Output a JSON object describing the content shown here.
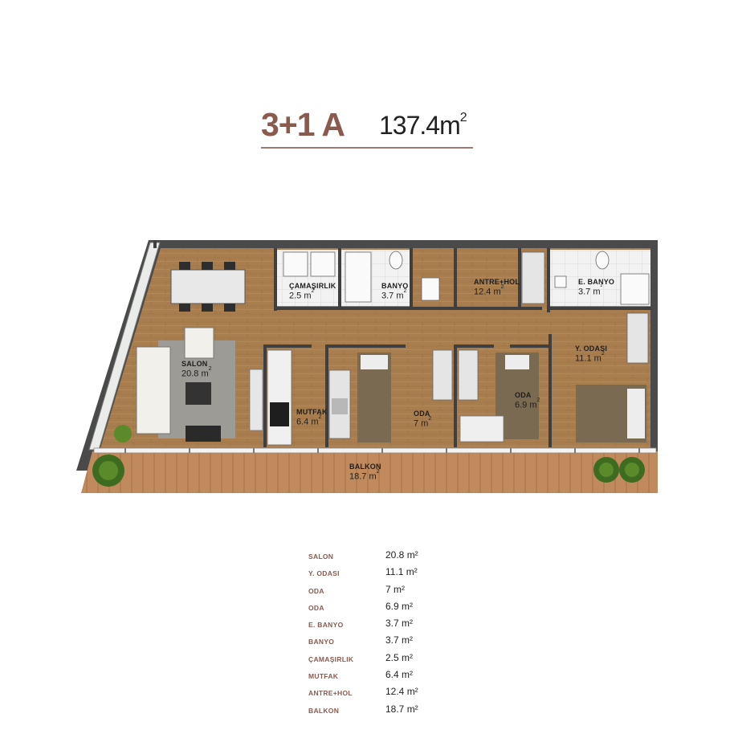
{
  "header": {
    "unit_type": "3+1 A",
    "total_area": "137.4m",
    "area_sup": "2"
  },
  "rooms": {
    "salon": {
      "name": "SALON",
      "area": "20.8 m",
      "sup": "2"
    },
    "camasirlik": {
      "name": "ÇAMAŞIRLIK",
      "area": "2.5 m",
      "sup": "2"
    },
    "banyo": {
      "name": "BANYO",
      "area": "3.7 m",
      "sup": "2"
    },
    "antre": {
      "name": "ANTRE+HOL",
      "area": "12.4 m",
      "sup": "2"
    },
    "ebanyo": {
      "name": "E. BANYO",
      "area": "3.7 m",
      "sup": "²"
    },
    "yodasi": {
      "name": "Y. ODASI",
      "area": "11.1 m",
      "sup": "2"
    },
    "mutfak": {
      "name": "MUTFAK",
      "area": "6.4 m",
      "sup": "2"
    },
    "oda1": {
      "name": "ODA",
      "area": "7 m",
      "sup": "2"
    },
    "oda2": {
      "name": "ODA",
      "area": "6.9 m",
      "sup": "2"
    },
    "balkon": {
      "name": "BALKON",
      "area": "18.7 m",
      "sup": "2"
    }
  },
  "area_table": [
    {
      "name": "SALON",
      "value": "20.8 m²"
    },
    {
      "name": "Y. ODASI",
      "value": "11.1 m²"
    },
    {
      "name": "ODA",
      "value": "7 m²"
    },
    {
      "name": "ODA",
      "value": "6.9 m²"
    },
    {
      "name": "E. BANYO",
      "value": "3.7 m²"
    },
    {
      "name": "BANYO",
      "value": "3.7 m²"
    },
    {
      "name": "ÇAMAŞIRLIK",
      "value": "2.5 m²"
    },
    {
      "name": "MUTFAK",
      "value": "6.4 m²"
    },
    {
      "name": "ANTRE+HOL",
      "value": "12.4 m²"
    },
    {
      "name": "BALKON",
      "value": "18.7 m²"
    }
  ]
}
